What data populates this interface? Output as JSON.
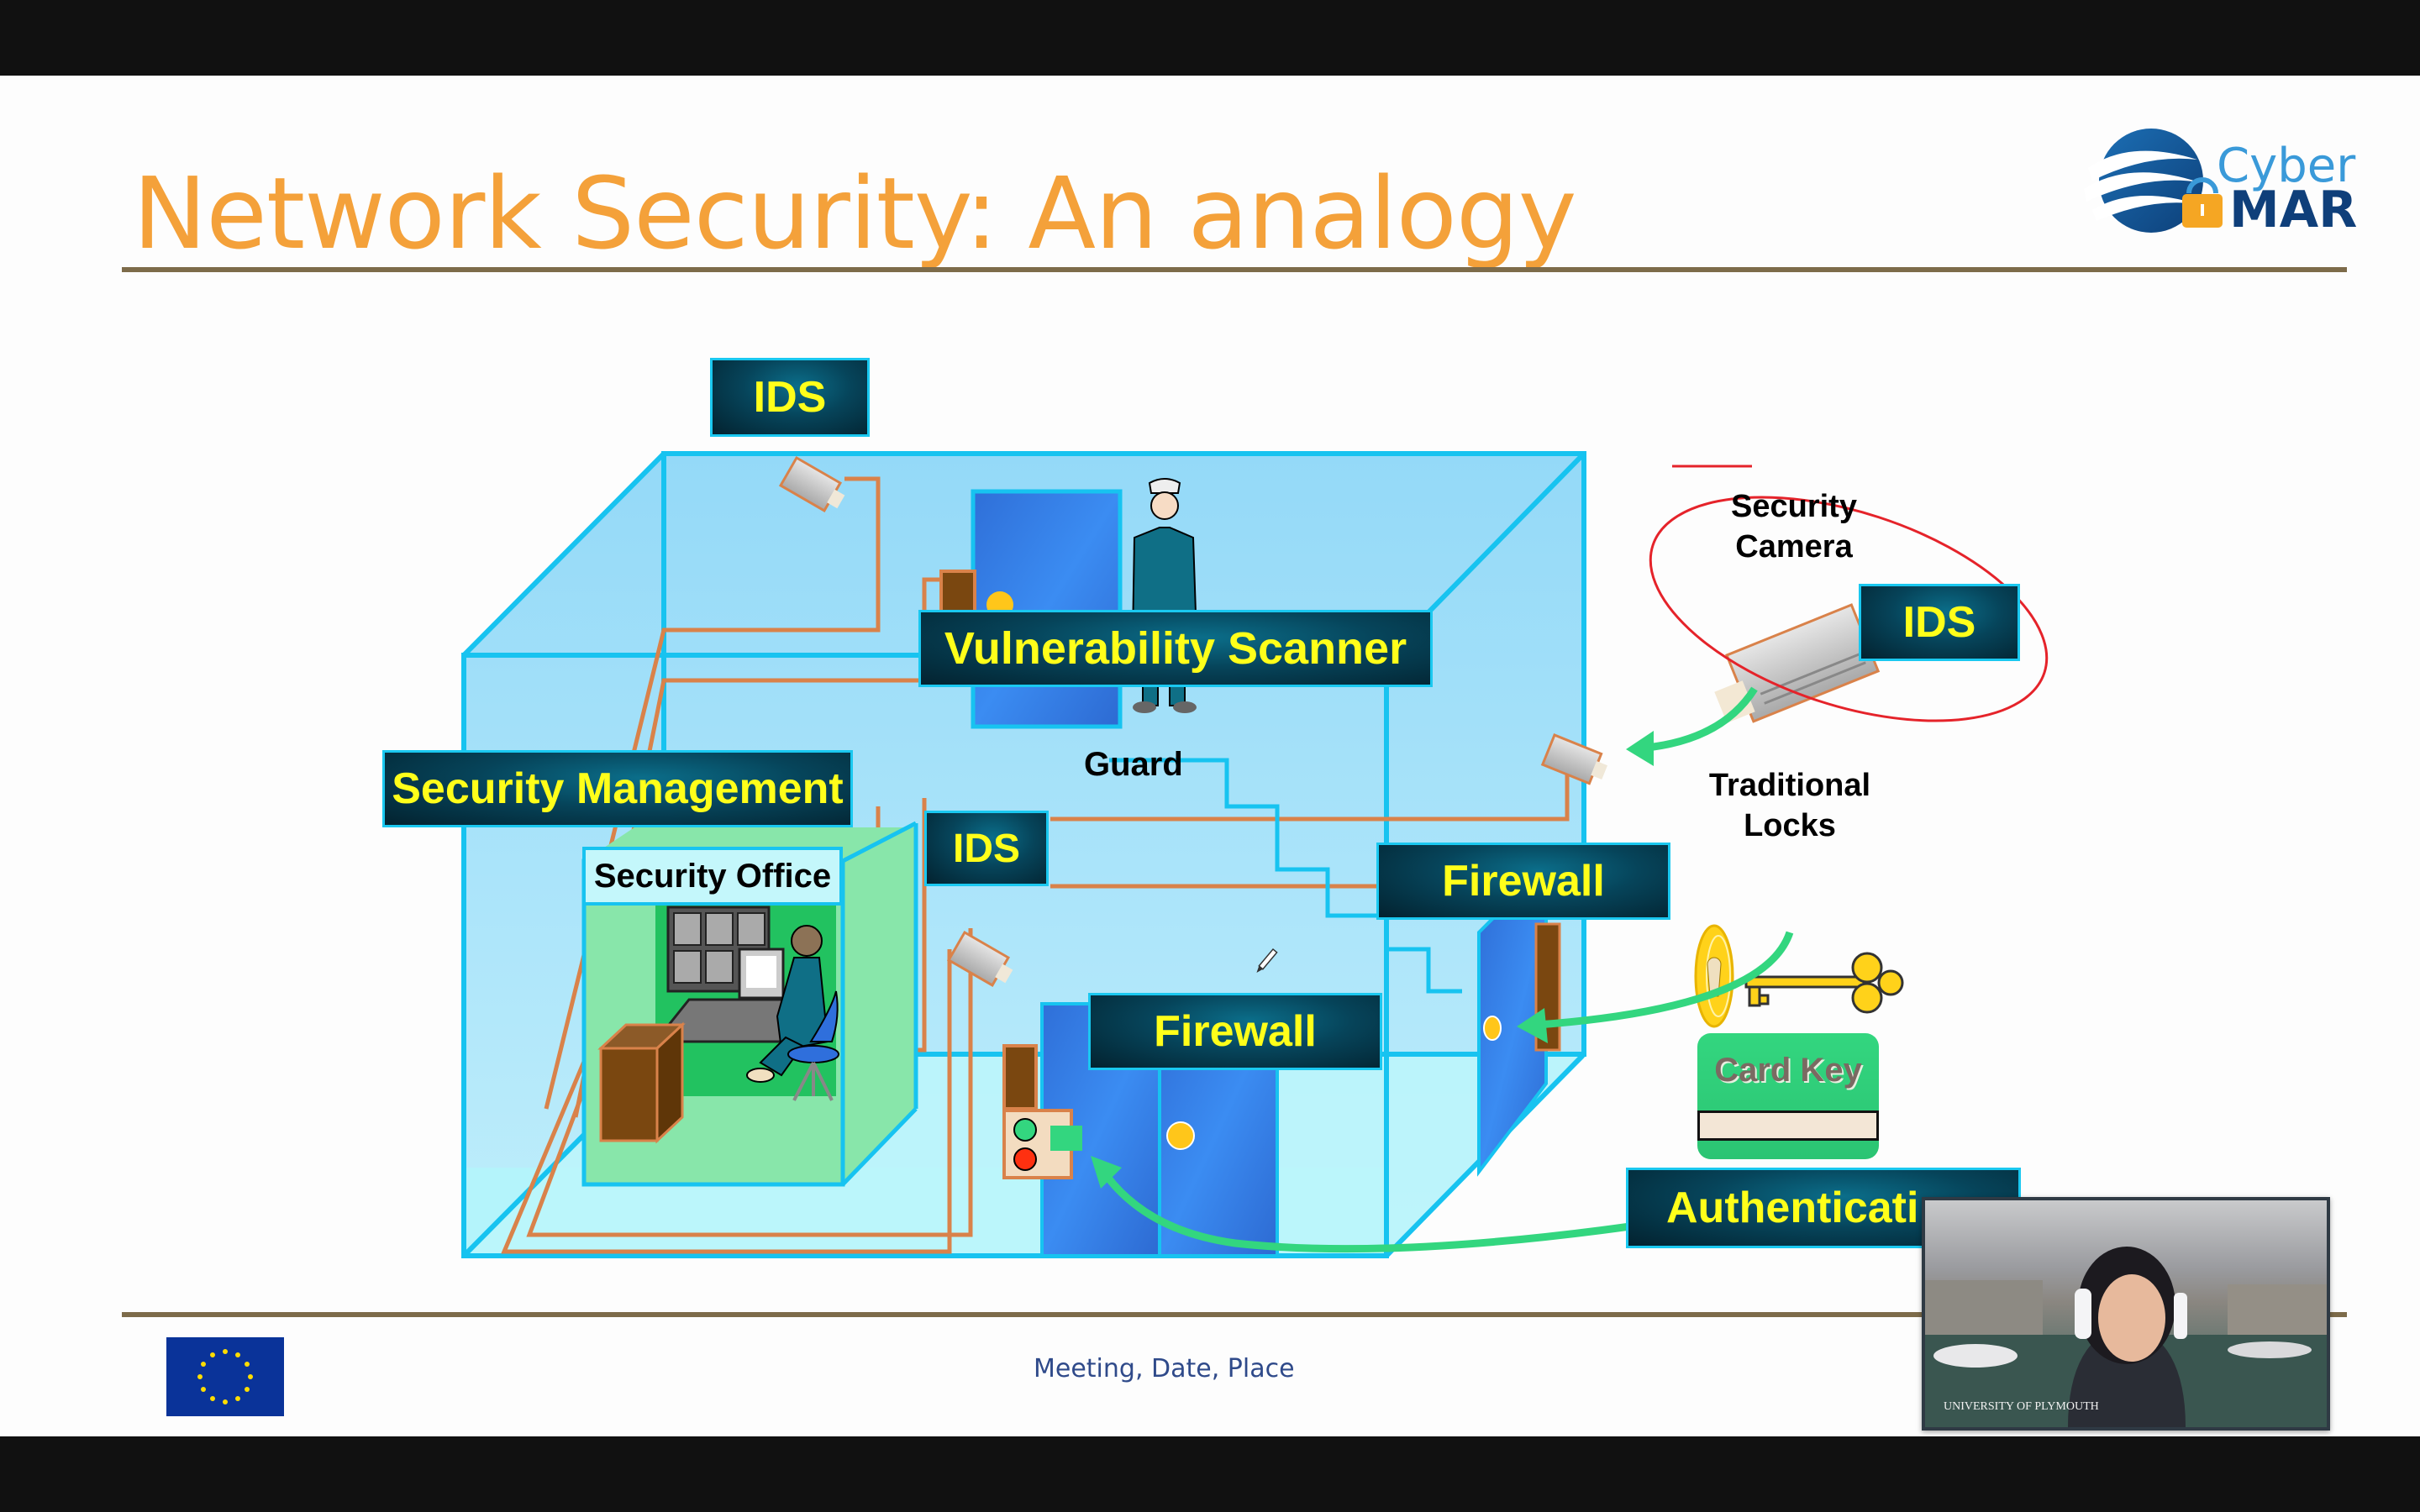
{
  "slide": {
    "title": "Network Security: An analogy",
    "footer": "Meeting, Date, Place"
  },
  "logo": {
    "line1": "Cyber",
    "line2": "MAR",
    "icon": "padlock-wave-icon"
  },
  "diagram": {
    "labels": {
      "ids_top": "IDS",
      "vulnerability_scanner": "Vulnerability Scanner",
      "security_management": "Security Management",
      "ids_middle": "IDS",
      "firewall_right": "Firewall",
      "firewall_bottom": "Firewall",
      "ids_legend": "IDS",
      "authentication": "Authenticati"
    },
    "captions": {
      "guard": "Guard",
      "security_office": "Security Office",
      "security_camera_line1": "Security",
      "security_camera_line2": "Camera",
      "traditional_locks_line1": "Traditional",
      "traditional_locks_line2": "Locks",
      "card_key": "Card Key"
    },
    "colors": {
      "label_text": "#ffff1a",
      "label_border": "#1ac8f0",
      "building_edge": "#17c3f0",
      "building_fill": "#a8e0f8",
      "wire": "#d9824a",
      "arrow": "#33d67f",
      "annotation": "#e5232a"
    }
  },
  "webcam": {
    "overlay_text": "UNIVERSITY OF PLYMOUTH"
  }
}
